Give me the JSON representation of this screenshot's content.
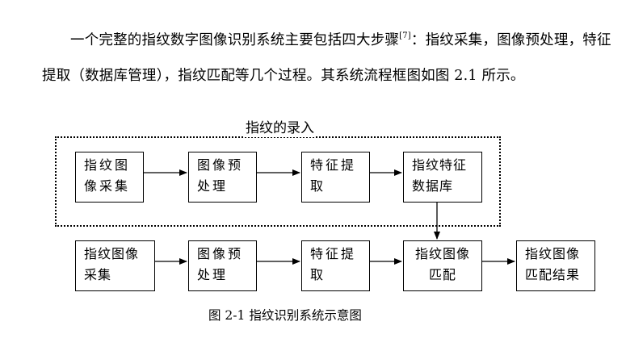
{
  "paragraph": {
    "before_ref": "一个完整的指纹数字图像识别系统主要包括四大步骤",
    "ref": "[7]",
    "after_ref": "：指纹采集，图像预处理，特征提取（数据库管理），指纹匹配等几个过程。其系统流程框图如图 2.1 所示。"
  },
  "diagram": {
    "group_title": "指纹的录入",
    "enroll": [
      {
        "line1": "指纹图",
        "line2": "像采集"
      },
      {
        "line1": "图像预",
        "line2": "处理"
      },
      {
        "line1": "特征提",
        "line2": "取"
      },
      {
        "line1": "指纹特征",
        "line2": "数据库"
      }
    ],
    "match": [
      {
        "line1": "指纹图像",
        "line2": "采集"
      },
      {
        "line1": "图像预",
        "line2": "处理"
      },
      {
        "line1": "特征提",
        "line2": "取"
      },
      {
        "line1": "指纹图像",
        "line2": "匹配"
      },
      {
        "line1": "指纹图像",
        "line2": "匹配结果"
      }
    ]
  },
  "caption": "图 2-1 指纹识别系统示意图"
}
